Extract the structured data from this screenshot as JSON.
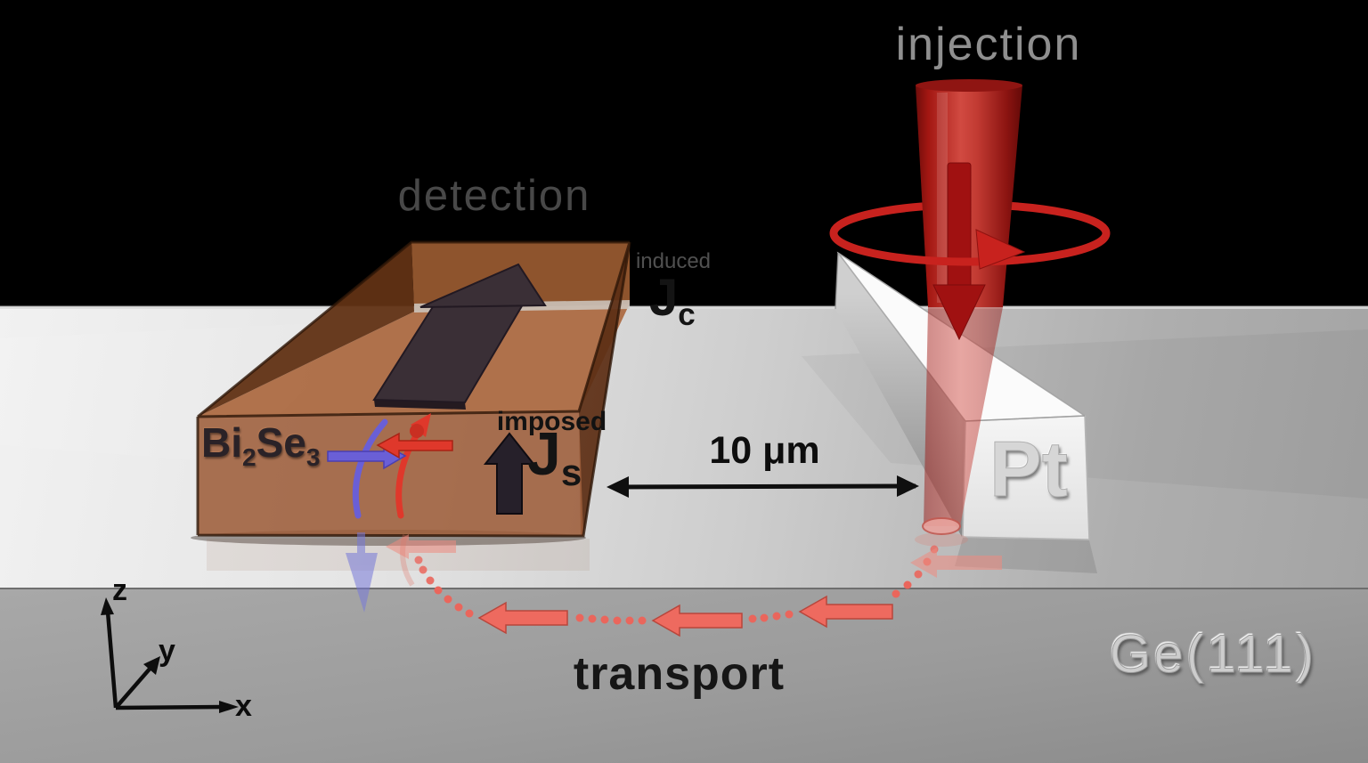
{
  "process_labels": {
    "injection": "injection",
    "detection": "detection",
    "transport": "transport"
  },
  "annotations": {
    "induced": "induced",
    "imposed": "imposed",
    "distance": "10 μm"
  },
  "currents": {
    "charge": {
      "letter": "J",
      "subscript": "c"
    },
    "spin": {
      "letter": "J",
      "subscript": "s"
    }
  },
  "materials": {
    "detector": {
      "el1": "Bi",
      "sub1": "2",
      "el2": "Se",
      "sub2": "3"
    },
    "injector": "Pt",
    "substrate": "Ge(111)"
  },
  "axes": {
    "x": "x",
    "y": "y",
    "z": "z"
  },
  "colors": {
    "background_sky": "#000000",
    "substrate_top": "#d9d9d9",
    "substrate_front": "#979797",
    "detector_brown": "#9d5d3a",
    "injector_white": "#f2f2f2",
    "laser_red": "#c8221e",
    "transport_red": "#ee6a5f",
    "spin_blue": "#6a5fd6",
    "spin_red": "#df382b",
    "current_arrow_dark": "#3a2f36",
    "label_gray": "#8f8f8f",
    "text_dark": "#141414"
  }
}
